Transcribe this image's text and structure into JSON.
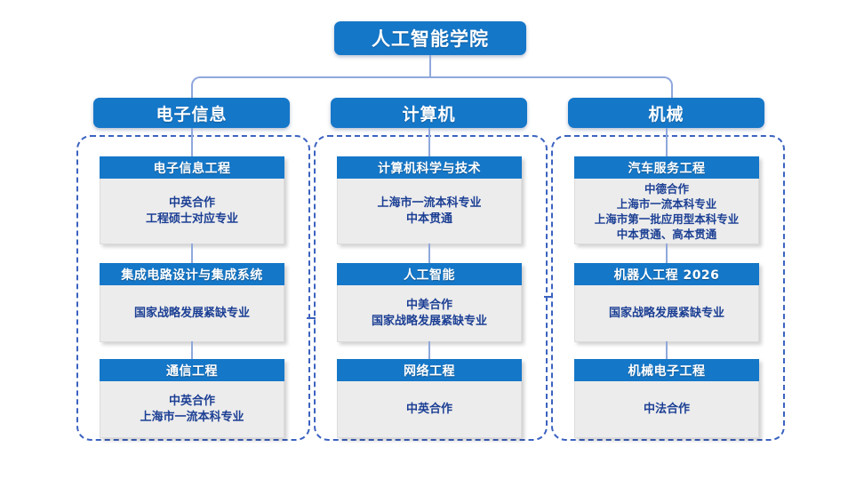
{
  "diagram": {
    "root": {
      "label": "人工智能学院"
    },
    "colors": {
      "node_blue": "#1577c8",
      "connector_blue": "#8fa8dc",
      "dashed_border": "#3c62c0",
      "card_body_bg": "#ececec",
      "body_text": "#1c3f94",
      "background": "#ffffff"
    },
    "branches": [
      {
        "label": "电子信息",
        "programs": [
          {
            "title": "电子信息工程",
            "details": [
              "中英合作",
              "工程硕士对应专业"
            ]
          },
          {
            "title": "集成电路设计与集成系统",
            "details": [
              "国家战略发展紧缺专业"
            ]
          },
          {
            "title": "通信工程",
            "details": [
              "中英合作",
              "上海市一流本科专业"
            ]
          }
        ]
      },
      {
        "label": "计算机",
        "programs": [
          {
            "title": "计算机科学与技术",
            "details": [
              "上海市一流本科专业",
              "中本贯通"
            ]
          },
          {
            "title": "人工智能",
            "details": [
              "中美合作",
              "国家战略发展紧缺专业"
            ]
          },
          {
            "title": "网络工程",
            "details": [
              "中英合作"
            ]
          }
        ]
      },
      {
        "label": "机械",
        "programs": [
          {
            "title": "汽车服务工程",
            "details": [
              "中德合作",
              "上海市一流本科专业",
              "上海市第一批应用型本科专业",
              "中本贯通、高本贯通"
            ]
          },
          {
            "title": "机器人工程  2026",
            "details": [
              "国家战略发展紧缺专业"
            ]
          },
          {
            "title": "机械电子工程",
            "details": [
              "中法合作"
            ]
          }
        ]
      }
    ]
  }
}
